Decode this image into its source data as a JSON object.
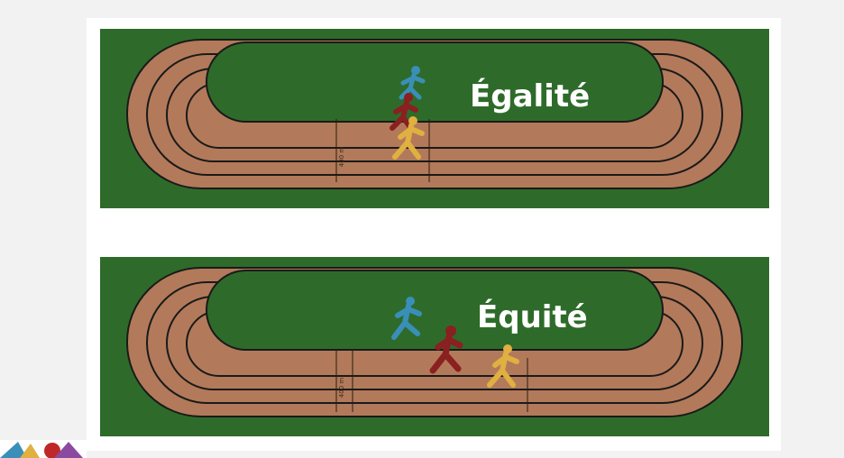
{
  "panels": [
    {
      "title": "Égalité",
      "distance_label": "400 m"
    },
    {
      "title": "Équité",
      "distance_label": "400 m"
    }
  ],
  "colors": {
    "grass": "#2e6b2a",
    "track": "#b27a5a",
    "lane_line": "#1a1a1a",
    "runner_blue": "#3a8fb8",
    "runner_red": "#8a2020",
    "runner_yellow": "#e0b040"
  },
  "icons": {
    "runner_1": "runner-blue-icon",
    "runner_2": "runner-red-icon",
    "runner_3": "runner-yellow-icon"
  }
}
